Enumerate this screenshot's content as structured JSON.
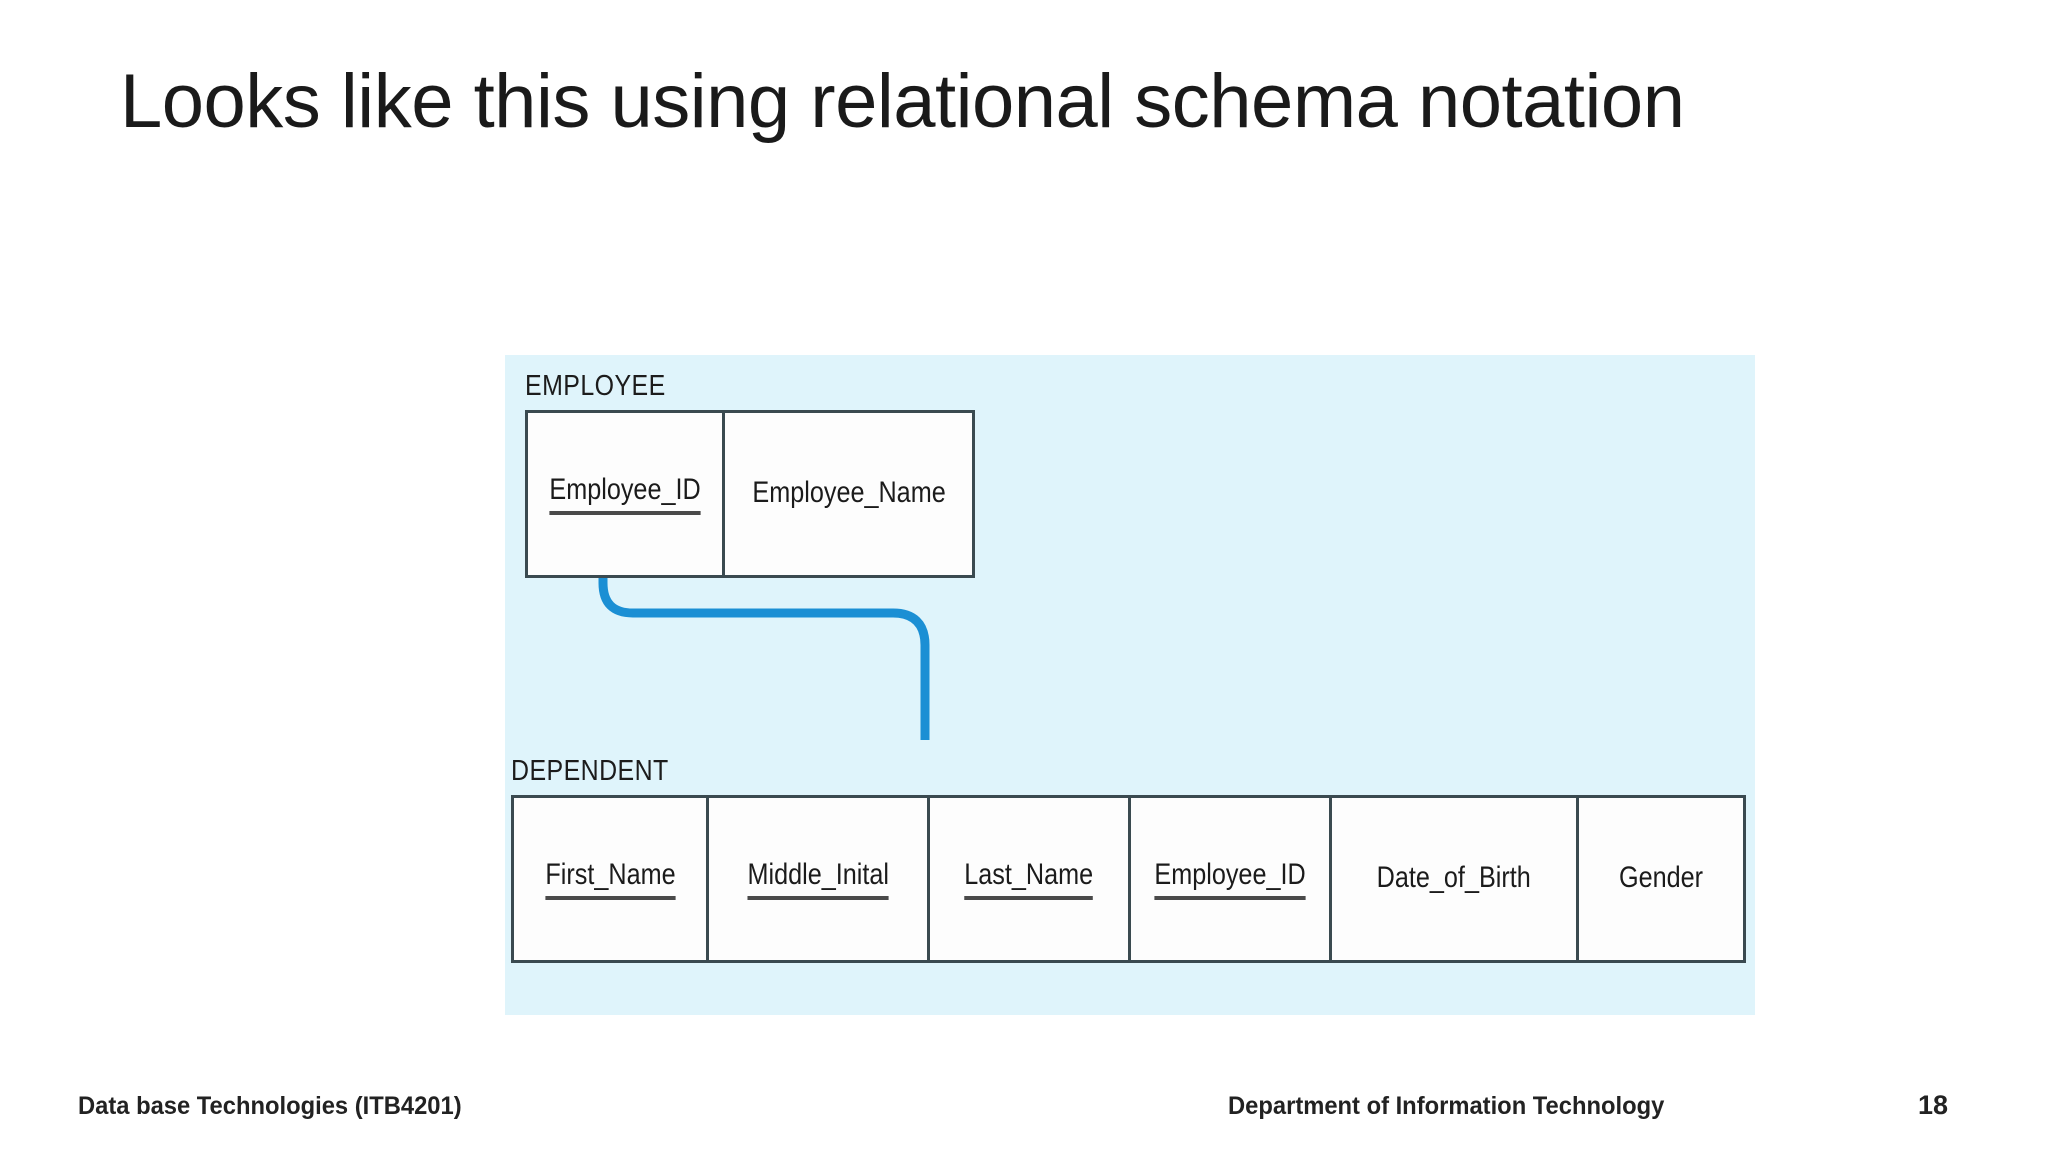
{
  "slide": {
    "title": "Looks like this using relational schema notation",
    "page_number": "18",
    "panel_background_color": "#dff4fb",
    "connector_color": "#1b8fd4"
  },
  "diagram": {
    "relations": [
      {
        "name": "EMPLOYEE",
        "attributes": [
          {
            "label": "Employee_ID",
            "key": true
          },
          {
            "label": "Employee_Name",
            "key": false
          }
        ]
      },
      {
        "name": "DEPENDENT",
        "attributes": [
          {
            "label": "First_Name",
            "key": true
          },
          {
            "label": "Middle_Inital",
            "key": true
          },
          {
            "label": "Last_Name",
            "key": true
          },
          {
            "label": "Employee_ID",
            "key": true
          },
          {
            "label": "Date_of_Birth",
            "key": false
          },
          {
            "label": "Gender",
            "key": false
          }
        ]
      }
    ],
    "connector": {
      "from": "DEPENDENT.Employee_ID",
      "to": "EMPLOYEE.Employee_ID",
      "type": "foreign-key-arrow"
    }
  },
  "footer": {
    "left": "Data base Technologies (ITB4201)",
    "center": "Department of Information Technology"
  }
}
